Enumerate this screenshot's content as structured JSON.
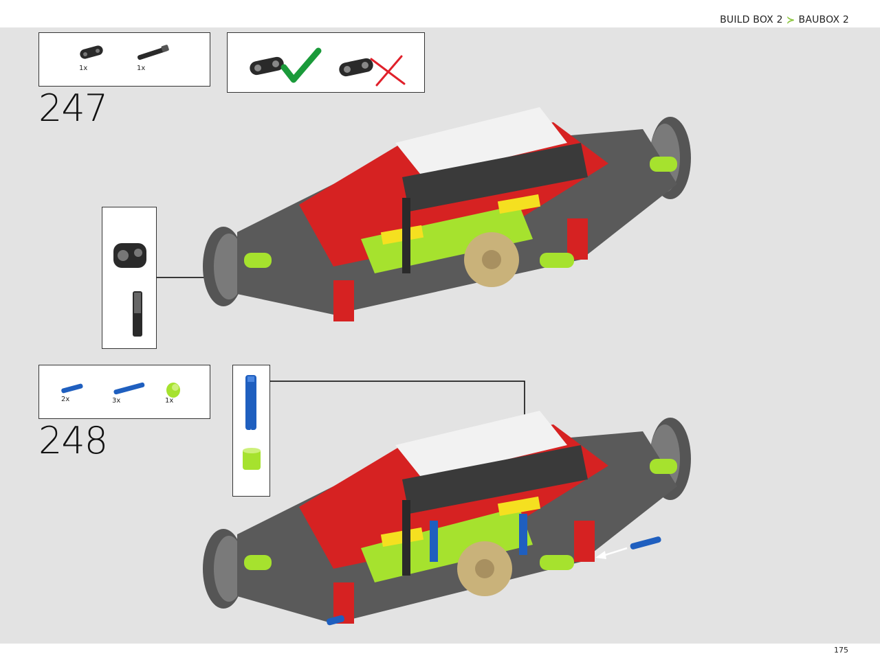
{
  "header": {
    "build_box": "BUILD BOX 2",
    "separator": "≻",
    "baubox": "BAUBOX 2"
  },
  "page_number": "175",
  "colors": {
    "background": "#e3e3e3",
    "accent": "#8cc63f",
    "check": "#1a9a3a",
    "cross": "#e0202a",
    "red": "#e02020",
    "lime": "#a6e22e",
    "blue": "#1f5fbf",
    "tan": "#c9b27a"
  },
  "steps": [
    {
      "number": "247",
      "parts": [
        {
          "icon": "black-connector-icon",
          "qty": "1x"
        },
        {
          "icon": "black-axle-pin-icon",
          "qty": "1x"
        }
      ],
      "hint": {
        "correct_icon": "checkmark-icon",
        "wrong_icon": "cross-icon"
      }
    },
    {
      "number": "248",
      "parts": [
        {
          "icon": "blue-pin-short-icon",
          "qty": "2x"
        },
        {
          "icon": "blue-pin-long-icon",
          "qty": "3x"
        },
        {
          "icon": "lime-bush-icon",
          "qty": "1x"
        }
      ]
    }
  ]
}
